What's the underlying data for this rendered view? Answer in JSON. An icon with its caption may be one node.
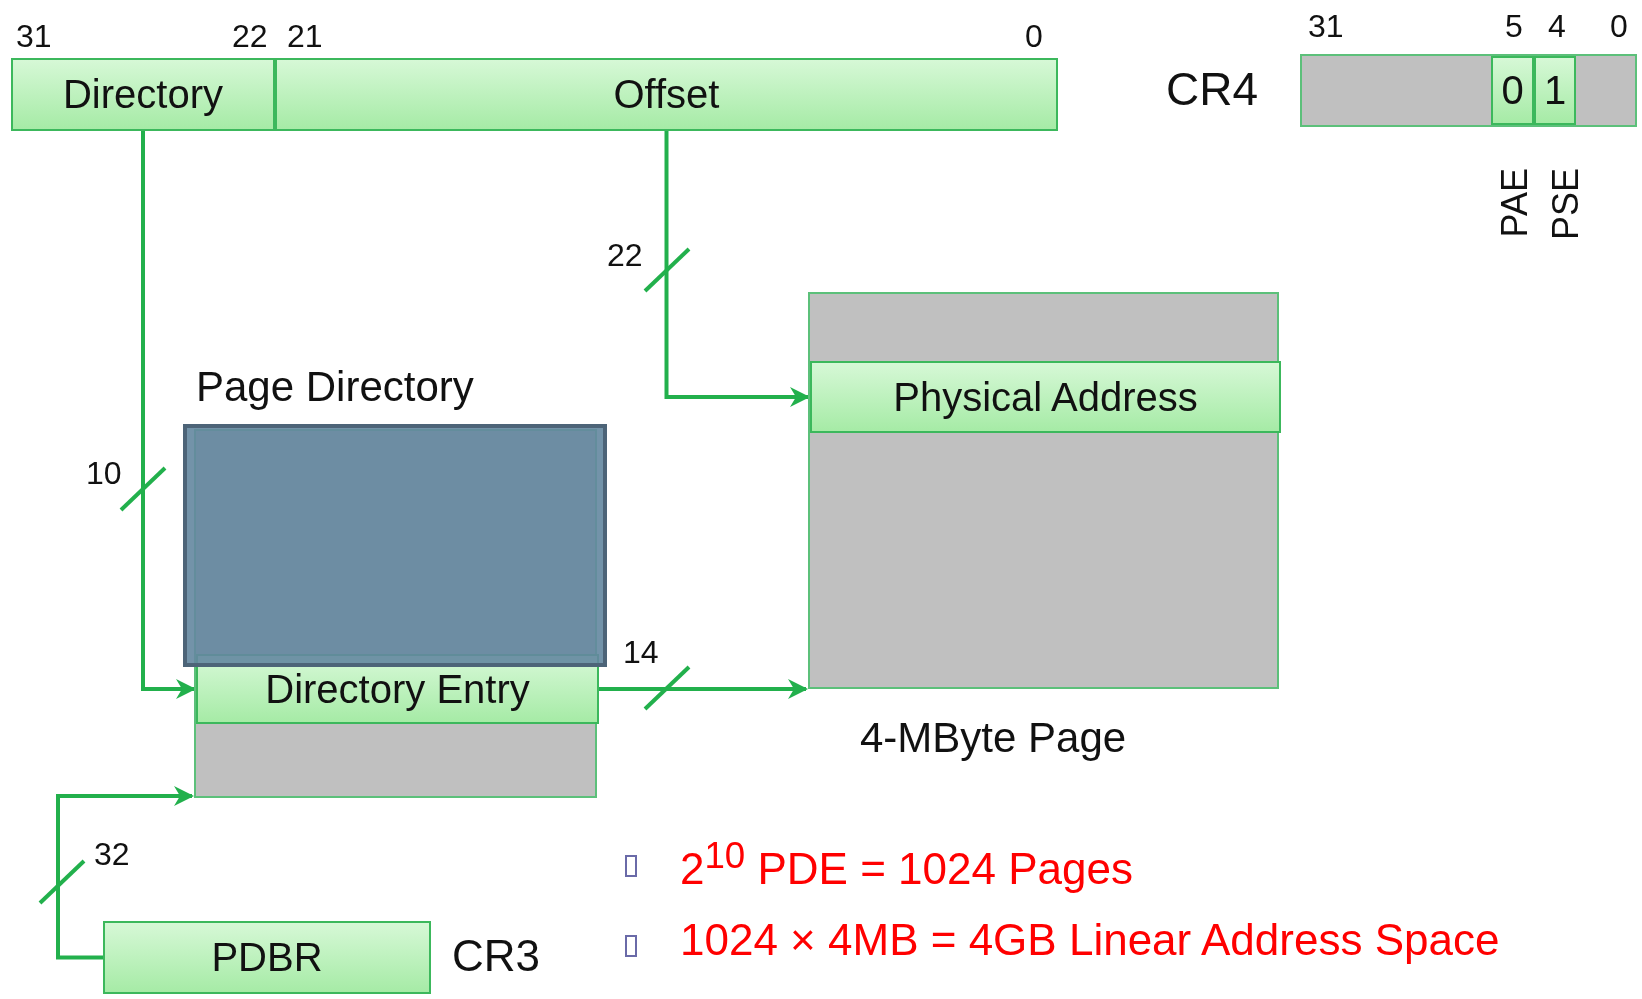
{
  "diagram": {
    "nodes": [
      {
        "text": [
          "Directory"
        ]
      },
      {
        "text": [
          "Offset"
        ]
      },
      {
        "text": [
          "Page Directory"
        ]
      },
      {
        "text": [
          "Directory Entry"
        ],
        "in": 2
      },
      {
        "text": [
          "4-MByte Page"
        ]
      },
      {
        "text": [
          "Physical Address"
        ],
        "in": 4
      },
      {
        "text": [
          "PDBR"
        ],
        "beside": [
          "CR3"
        ]
      },
      {
        "text": [
          "CR4"
        ]
      },
      {
        "text": [
          "0"
        ],
        "in": 7
      },
      {
        "text": [
          "1"
        ],
        "in": 7
      },
      {
        "text": [],
        "shape": "box"
      }
    ],
    "edges": [
      {
        "from": 0,
        "to": 3,
        "arrow": "to"
      },
      {
        "from": 1,
        "to": 5,
        "arrow": "to"
      },
      {
        "from": 3,
        "to": 4,
        "arrow": "to"
      },
      {
        "from": 6,
        "to": 2,
        "arrow": "to"
      }
    ],
    "labels": [
      "31",
      "22",
      "21",
      "0",
      "31",
      "5",
      "4",
      "0",
      "PAE",
      "PSE",
      "22",
      "10",
      "14",
      "32",
      "2$^{10}$ PDE = 1024 Pages",
      "1024 × 4MB = 4GB Linear Address Space"
    ]
  }
}
